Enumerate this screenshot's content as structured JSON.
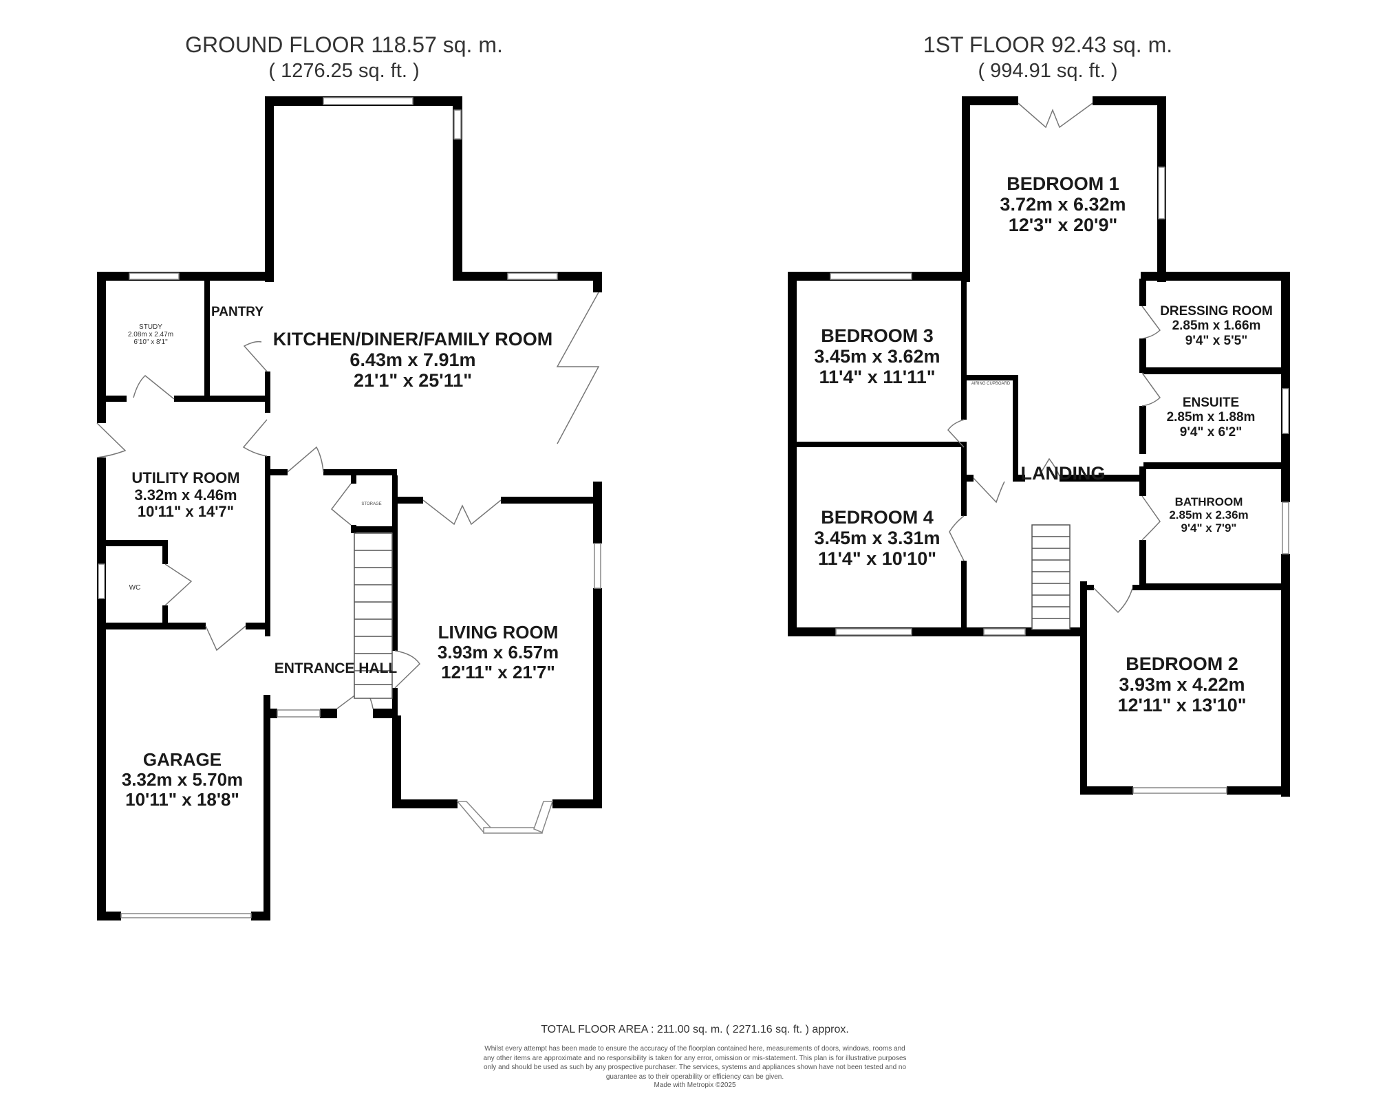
{
  "ground_floor": {
    "title": "GROUND FLOOR 118.57 sq. m.",
    "subtitle": "( 1276.25 sq. ft. )",
    "rooms": {
      "kitchen": {
        "name": "KITCHEN/DINER/FAMILY ROOM",
        "metric": "6.43m x 7.91m",
        "imperial": "21'1\" x 25'11\""
      },
      "study": {
        "name": "STUDY",
        "metric": "2.08m x 2.47m",
        "imperial": "6'10\" x 8'1\""
      },
      "pantry": {
        "name": "PANTRY"
      },
      "utility": {
        "name": "UTILITY ROOM",
        "metric": "3.32m x 4.46m",
        "imperial": "10'11\" x 14'7\""
      },
      "wc": {
        "name": "WC"
      },
      "storage": {
        "name": "STORAGE"
      },
      "entrance_hall": {
        "name": "ENTRANCE HALL"
      },
      "living": {
        "name": "LIVING ROOM",
        "metric": "3.93m x 6.57m",
        "imperial": "12'11\" x 21'7\""
      },
      "garage": {
        "name": "GARAGE",
        "metric": "3.32m x 5.70m",
        "imperial": "10'11\" x 18'8\""
      }
    }
  },
  "first_floor": {
    "title": "1ST FLOOR 92.43 sq. m.",
    "subtitle": "( 994.91 sq. ft. )",
    "rooms": {
      "bedroom1": {
        "name": "BEDROOM 1",
        "metric": "3.72m x 6.32m",
        "imperial": "12'3\" x 20'9\""
      },
      "bedroom2": {
        "name": "BEDROOM 2",
        "metric": "3.93m x 4.22m",
        "imperial": "12'11\" x 13'10\""
      },
      "bedroom3": {
        "name": "BEDROOM 3",
        "metric": "3.45m x 3.62m",
        "imperial": "11'4\" x 11'11\""
      },
      "bedroom4": {
        "name": "BEDROOM 4",
        "metric": "3.45m x 3.31m",
        "imperial": "11'4\" x 10'10\""
      },
      "dressing": {
        "name": "DRESSING ROOM",
        "metric": "2.85m x 1.66m",
        "imperial": "9'4\" x 5'5\""
      },
      "ensuite": {
        "name": "ENSUITE",
        "metric": "2.85m x 1.88m",
        "imperial": "9'4\" x 6'2\""
      },
      "bathroom": {
        "name": "BATHROOM",
        "metric": "2.85m x 2.36m",
        "imperial": "9'4\" x 7'9\""
      },
      "landing": {
        "name": "LANDING"
      },
      "airing": {
        "name": "AIRING CUPBOARD"
      }
    }
  },
  "footer": {
    "total": "TOTAL FLOOR AREA : 211.00 sq. m. ( 2271.16 sq. ft. ) approx.",
    "disclaimer": "Whilst every attempt has been made to ensure the accuracy of the floorplan contained here, measurements of doors, windows, rooms and any other items are approximate and no responsibility is taken for any error, omission or mis-statement. This plan is for illustrative purposes only and should be used as such by any prospective purchaser. The services, systems and appliances shown have not been tested and no guarantee as to their operability or efficiency can be given.",
    "made_with": "Made with Metropix ©2025"
  },
  "colors": {
    "wall": "#000000",
    "background": "#ffffff",
    "text": "#1a1a1a"
  }
}
